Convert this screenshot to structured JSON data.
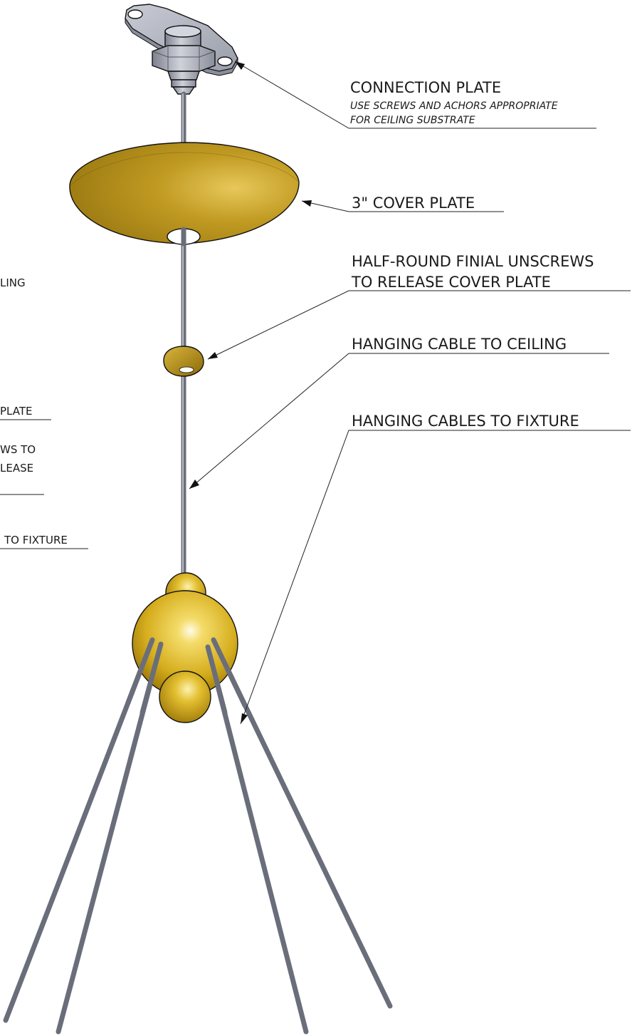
{
  "callouts": {
    "connection_plate": {
      "title": "CONNECTION PLATE",
      "note_line1": "USE SCREWS AND ACHORS APPROPRIATE",
      "note_line2": "FOR CEILING SUBSTRATE"
    },
    "cover_plate": {
      "title": "3\" COVER PLATE"
    },
    "finial": {
      "line1": "HALF-ROUND FINIAL UNSCREWS",
      "line2": "TO RELEASE COVER PLATE"
    },
    "cable_ceiling": {
      "title": "HANGING CABLE TO CEILING"
    },
    "cables_fixture": {
      "title": "HANGING CABLES TO FIXTURE"
    }
  },
  "cutoff_fragments": {
    "ling": "LING",
    "plate": "PLATE",
    "ws_to": "WS TO",
    "lease": "LEASE",
    "to_fixture": "TO FIXTURE"
  },
  "colors": {
    "brass": "#c9a31c",
    "brass_light": "#f4dc6a",
    "brass_dark": "#8a6a08",
    "steel": "#9a9eaa",
    "cable": "#6a6e7a"
  }
}
